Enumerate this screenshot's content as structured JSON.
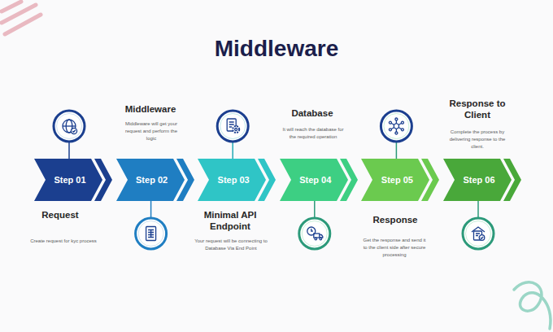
{
  "diagram": {
    "title": "Middleware",
    "nodes": [
      {
        "text": [
          "Step 01"
        ]
      },
      {
        "text": [
          "Step 02"
        ]
      },
      {
        "text": [
          "Step 03"
        ]
      },
      {
        "text": [
          "Step 04"
        ]
      },
      {
        "text": [
          "Step 05"
        ]
      },
      {
        "text": [
          "Step 06"
        ]
      }
    ],
    "labels": [
      "Request",
      "Create request for kyc process",
      "Middleware",
      "Middleware will get your request and perform the logic",
      "Minimal API Endpoint",
      "Your request will be connecting to Database Via End Point",
      "Database",
      "It will reach the database for the required operation",
      "Response",
      "Get the response and send it to the client side after secure processing",
      "Response to Client",
      "Complete the process by delivering response to the client."
    ]
  }
}
